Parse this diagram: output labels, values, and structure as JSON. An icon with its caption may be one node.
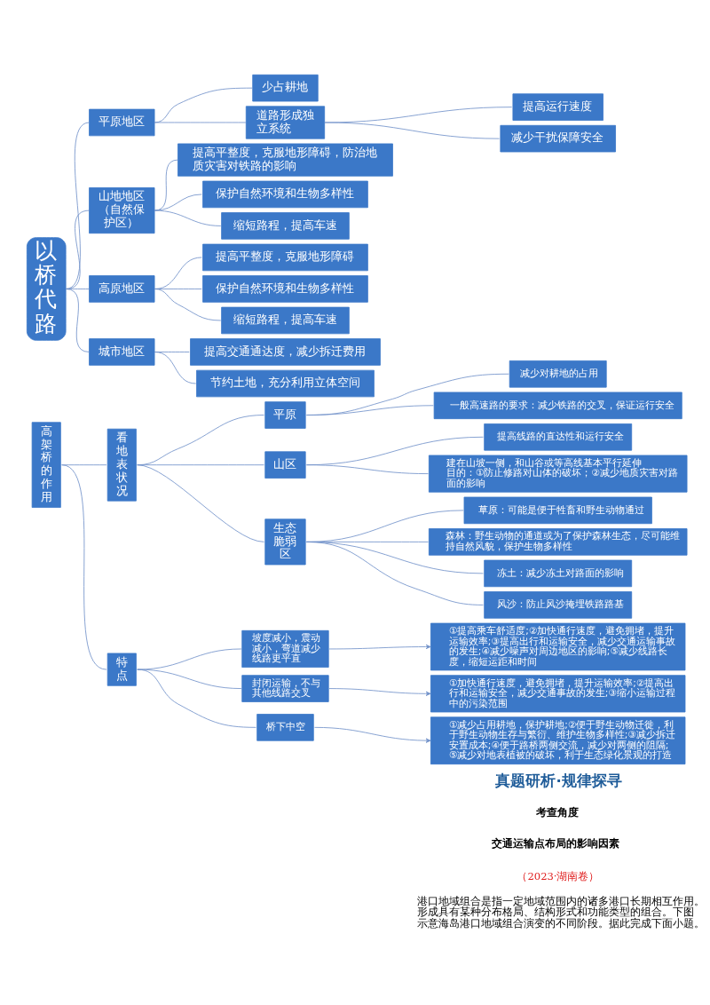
{
  "diagram": {
    "nodes": [
      {
        "text": [
          "以桥代路"
        ]
      },
      {
        "text": [
          "平原地区"
        ]
      },
      {
        "text": [
          "少占耕地"
        ]
      },
      {
        "text": [
          "道路形成独立系统"
        ]
      },
      {
        "text": [
          "提高运行速度"
        ]
      },
      {
        "text": [
          "减少干扰保障安全"
        ]
      },
      {
        "text": [
          "山地地区（自然保护区）"
        ]
      },
      {
        "text": [
          "提高平整度，克服地形障碍，防治地质灾害对铁路的影响"
        ]
      },
      {
        "text": [
          "保护自然环境和生物多样性"
        ]
      },
      {
        "text": [
          "缩短路程，提高车速"
        ]
      },
      {
        "text": [
          "高原地区"
        ]
      },
      {
        "text": [
          "提高平整度，克服地形障碍"
        ]
      },
      {
        "text": [
          "保护自然环境和生物多样性"
        ]
      },
      {
        "text": [
          "缩短路程，提高车速"
        ]
      },
      {
        "text": [
          "城市地区"
        ]
      },
      {
        "text": [
          "提高交通通达度，减少拆迁费用"
        ]
      },
      {
        "text": [
          "节约土地，充分利用立体空间"
        ]
      },
      {
        "text": [
          "高架桥的作用"
        ]
      },
      {
        "text": [
          "看地表状况"
        ]
      },
      {
        "text": [
          "平原"
        ]
      },
      {
        "text": [
          "减少对耕地的占用"
        ]
      },
      {
        "text": [
          "一般高速路的要求：减少铁路的交叉，保证运行安全"
        ]
      },
      {
        "text": [
          "山区"
        ]
      },
      {
        "text": [
          "提高线路的直达性和运行安全"
        ]
      },
      {
        "text": [
          "建在山坡一侧，和山谷或等高线基本平行延伸",
          "目的：①防止修路对山体的破坏；②减少地质灾害对路面的影响"
        ]
      },
      {
        "text": [
          "生态脆弱区"
        ]
      },
      {
        "text": [
          "草原：可能是便于牲畜和野生动物通过"
        ]
      },
      {
        "text": [
          "森林：野生动物的通道或为了保护森林生态，尽可能维持自然风貌，保护生物多样性"
        ]
      },
      {
        "text": [
          "冻土：减少冻土对路面的影响"
        ]
      },
      {
        "text": [
          "风沙：防止风沙掩埋铁路路基"
        ]
      },
      {
        "text": [
          "特点"
        ]
      },
      {
        "text": [
          "坡度减小，震动减小，弯道减少线路更平直"
        ]
      },
      {
        "text": [
          "①提高乘车舒适度;②加快通行速度，避免拥堵，提升运输效率;③提高出行和运输安全，减少交通运输事故的发生;④减少噪声对周边地区的影响;⑤减少线路长度，缩短运距和时间"
        ]
      },
      {
        "text": [
          "封闭运输，不与其他线路交叉"
        ]
      },
      {
        "text": [
          "①加快通行速度，避免拥堵，提升运输效率;②提高出行和运输安全，减少交通事故的发生;③缩小运输过程中的污染范围"
        ]
      },
      {
        "text": [
          "桥下中空"
        ]
      },
      {
        "text": [
          "①减少占用耕地，保护耕地;②便于野生动物迁徙，利于野生动物生存与繁衍、维护生物多样性;③减少拆迁安置成本;④便于路桥两侧交流，减少对两侧的阻隔;⑤减少对地表植被的破坏，利于生态绿化景观的打造"
        ]
      }
    ],
    "edges": [
      {
        "from": 0,
        "to": 1,
        "arrow": "none"
      },
      {
        "from": 0,
        "to": 6,
        "arrow": "none"
      },
      {
        "from": 0,
        "to": 10,
        "arrow": "none"
      },
      {
        "from": 0,
        "to": 14,
        "arrow": "none"
      },
      {
        "from": 1,
        "to": 2,
        "arrow": "none"
      },
      {
        "from": 1,
        "to": 3,
        "arrow": "none"
      },
      {
        "from": 3,
        "to": 4,
        "arrow": "none"
      },
      {
        "from": 3,
        "to": 5,
        "arrow": "none"
      },
      {
        "from": 6,
        "to": 7,
        "arrow": "none"
      },
      {
        "from": 6,
        "to": 8,
        "arrow": "none"
      },
      {
        "from": 6,
        "to": 9,
        "arrow": "none"
      },
      {
        "from": 10,
        "to": 11,
        "arrow": "none"
      },
      {
        "from": 10,
        "to": 12,
        "arrow": "none"
      },
      {
        "from": 10,
        "to": 13,
        "arrow": "none"
      },
      {
        "from": 14,
        "to": 15,
        "arrow": "none"
      },
      {
        "from": 14,
        "to": 16,
        "arrow": "none"
      },
      {
        "from": 17,
        "to": 18,
        "arrow": "none"
      },
      {
        "from": 17,
        "to": 30,
        "arrow": "none"
      },
      {
        "from": 18,
        "to": 19,
        "arrow": "none"
      },
      {
        "from": 18,
        "to": 22,
        "arrow": "none"
      },
      {
        "from": 18,
        "to": 25,
        "arrow": "none"
      },
      {
        "from": 19,
        "to": 20,
        "arrow": "none"
      },
      {
        "from": 19,
        "to": 21,
        "arrow": "none"
      },
      {
        "from": 22,
        "to": 23,
        "arrow": "none"
      },
      {
        "from": 22,
        "to": 24,
        "arrow": "none"
      },
      {
        "from": 25,
        "to": 26,
        "arrow": "none"
      },
      {
        "from": 25,
        "to": 27,
        "arrow": "none"
      },
      {
        "from": 25,
        "to": 28,
        "arrow": "none"
      },
      {
        "from": 25,
        "to": 29,
        "arrow": "none"
      },
      {
        "from": 30,
        "to": 31,
        "arrow": "none"
      },
      {
        "from": 30,
        "to": 33,
        "arrow": "none"
      },
      {
        "from": 30,
        "to": 35,
        "arrow": "none"
      },
      {
        "from": 31,
        "to": 32,
        "arrow": "to"
      },
      {
        "from": 33,
        "to": 34,
        "arrow": "to"
      },
      {
        "from": 35,
        "to": 36,
        "arrow": "to"
      }
    ],
    "labels": [
      "真题研析·规律探寻",
      "考查角度",
      "交通运输点布局的影响因素",
      "（2023·湖南卷）",
      "港口地域组合是指一定地域范围内的诸多港口长期相互作用。形成具有某种分布格局、结构形式和功能类型的组合。下图示意海岛港口地域组合演变的不同阶段。据此完成下面小题。"
    ]
  }
}
